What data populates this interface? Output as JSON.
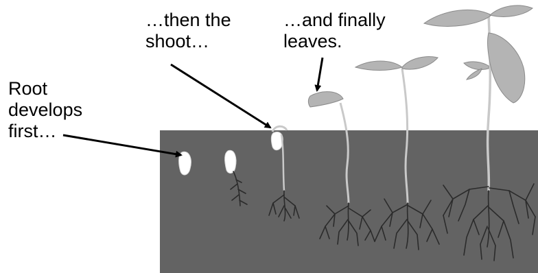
{
  "colors": {
    "soil": "#636363",
    "stem": "#c9c9c9",
    "root": "#2b2b2b",
    "leaf": "#b4b4b4",
    "seed": "#ffffff",
    "arrow": "#000000",
    "text": "#000000"
  },
  "labels": {
    "root_line1": "Root",
    "root_line2": "develops",
    "root_line3": "first…",
    "shoot_line1": "…then the",
    "shoot_line2": "shoot…",
    "leaves_line1": "…and finally",
    "leaves_line2": "leaves."
  },
  "stages": [
    {
      "name": "seed",
      "icon": "seed-icon"
    },
    {
      "name": "root",
      "icon": "root-icon"
    },
    {
      "name": "shoot",
      "icon": "shoot-icon"
    },
    {
      "name": "first-leaves",
      "icon": "leaf-icon"
    },
    {
      "name": "young-plant",
      "icon": "seedling-icon"
    },
    {
      "name": "mature-plant",
      "icon": "plant-icon"
    }
  ]
}
